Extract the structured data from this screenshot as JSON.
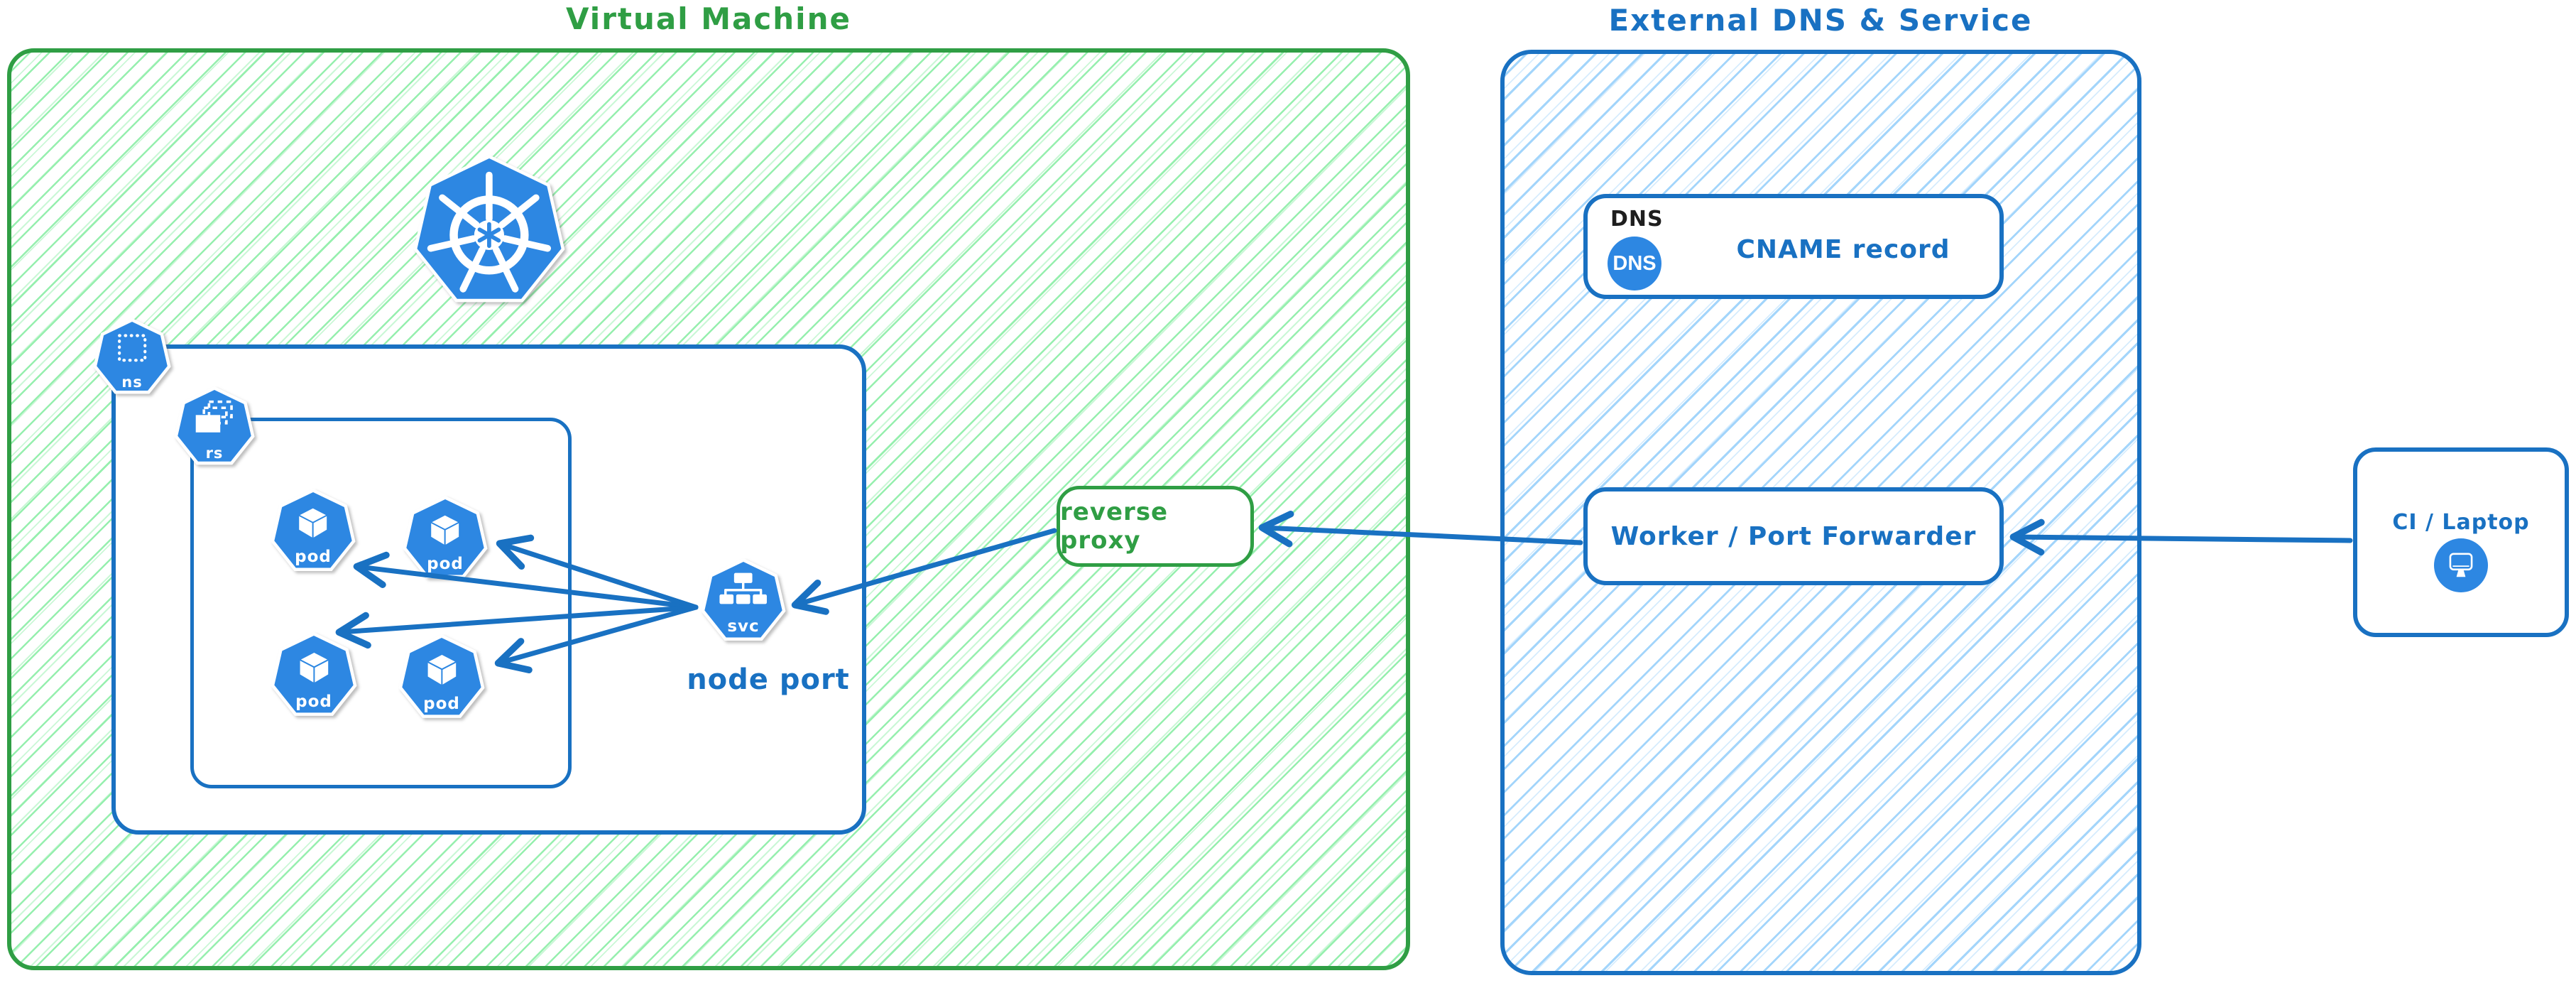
{
  "diagram": {
    "vm": {
      "title": "Virtual Machine"
    },
    "external": {
      "title": "External DNS & Service"
    },
    "kubernetes": {
      "namespace_label": "ns",
      "replicaset_label": "rs",
      "pods": [
        {
          "label": "pod"
        },
        {
          "label": "pod"
        },
        {
          "label": "pod"
        },
        {
          "label": "pod"
        }
      ],
      "service_label": "svc",
      "service_caption": "node port"
    },
    "reverse_proxy_label": "reverse proxy",
    "dns_card": {
      "heading": "DNS",
      "icon_text": "DNS",
      "record": "CNAME record"
    },
    "worker_label": "Worker / Port Forwarder",
    "client_label": "CI / Laptop"
  },
  "colors": {
    "green": "#2f9e44",
    "green_hatch": "#96efae",
    "blue": "#1971c2",
    "blue_hatch": "#a3d5fb",
    "icon_blue": "#2d87e2",
    "ink": "#1e1e1e",
    "white": "#ffffff"
  }
}
